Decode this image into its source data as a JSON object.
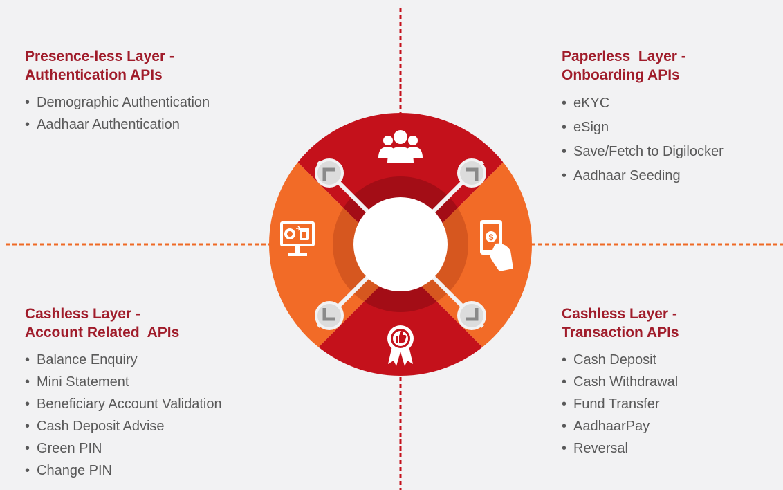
{
  "panels": {
    "top_left": {
      "title_line1": "Presence-less Layer -",
      "title_line2": "Authentication APIs",
      "items": [
        "Demographic Authentication",
        "Aadhaar Authentication"
      ]
    },
    "top_right": {
      "title_line1": "Paperless  Layer -",
      "title_line2": "Onboarding APIs",
      "items": [
        "eKYC",
        "eSign",
        "Save/Fetch to Digilocker",
        "Aadhaar Seeding"
      ]
    },
    "bottom_left": {
      "title_line1": "Cashless Layer -",
      "title_line2": "Account Related  APIs",
      "items": [
        "Balance Enquiry",
        "Mini Statement",
        "Beneficiary Account Validation",
        "Cash Deposit Advise",
        "Green PIN",
        "Change PIN"
      ]
    },
    "bottom_right": {
      "title_line1": "Cashless Layer -",
      "title_line2": "Transaction APIs",
      "items": [
        "Cash Deposit",
        "Cash Withdrawal",
        "Fund Transfer",
        "AadhaarPay",
        "Reversal"
      ]
    }
  },
  "colors": {
    "background": "#f2f2f3",
    "title": "#a01c2a",
    "text": "#595959",
    "dark_red": "#c4111b",
    "orange": "#f26b27",
    "dashed_line": "#c4111b"
  },
  "icons": {
    "top": "users-group-icon",
    "left": "monitor-transfer-icon",
    "right": "hand-money-icon",
    "bottom": "thumbs-up-badge-icon"
  }
}
